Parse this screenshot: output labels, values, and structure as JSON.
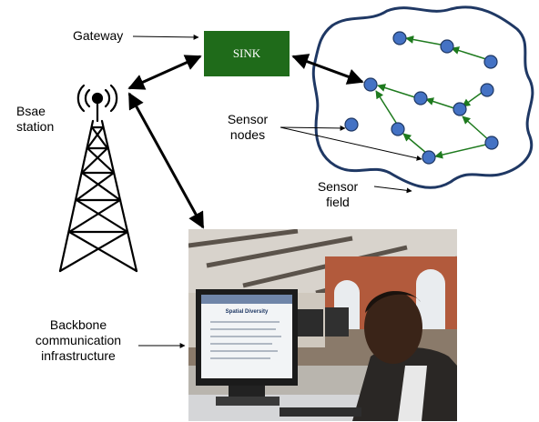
{
  "labels": {
    "gateway": "Gateway",
    "sink": "SINK",
    "base_station_line1": "Bsae",
    "base_station_line2": "station",
    "sensor_nodes_line1": "Sensor",
    "sensor_nodes_line2": "nodes",
    "sensor_field_line1": "Sensor",
    "sensor_field_line2": "field",
    "backbone_line1": "Backbone",
    "backbone_line2": "communication",
    "backbone_line3": "infrastructure"
  },
  "photo": {
    "screen_title": "Spatial Diversity"
  },
  "colors": {
    "sink_fill": "#1f6b1a",
    "node_fill": "#4472c4",
    "node_stroke": "#1f3864",
    "field_outline": "#1f3864",
    "node_arrow": "#1e7a1e",
    "link_arrow": "#000000"
  }
}
